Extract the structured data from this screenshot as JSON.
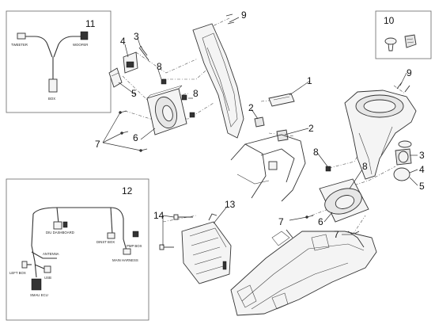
{
  "callouts": {
    "n1": "1",
    "n2a": "2",
    "n2b": "2",
    "n3a": "3",
    "n3b": "3",
    "n4a": "4",
    "n4b": "4",
    "n5a": "5",
    "n5b": "5",
    "n6a": "6",
    "n6b": "6",
    "n7a": "7",
    "n7b": "7",
    "n7c": "7",
    "n8a": "8",
    "n8b": "8",
    "n8c": "8",
    "n8d": "8",
    "n9a": "9",
    "n9b": "9",
    "n10": "10",
    "n11": "11",
    "n12": "12",
    "n13": "13",
    "n14": "14"
  },
  "inset11": {
    "tweeter": "TWEETER",
    "woofer": "WOOFER",
    "box": "BOX"
  },
  "inset12": {
    "dashboard": "DIU DASHBOARD",
    "dinst": "DINST BOX",
    "pmp": "PMP BOX",
    "main_harness": "MAIN HARNESS",
    "antenna": "ANTENNA",
    "usb": "USB",
    "left_box": "LEFT BOX",
    "smau": "SMAU ECU"
  }
}
